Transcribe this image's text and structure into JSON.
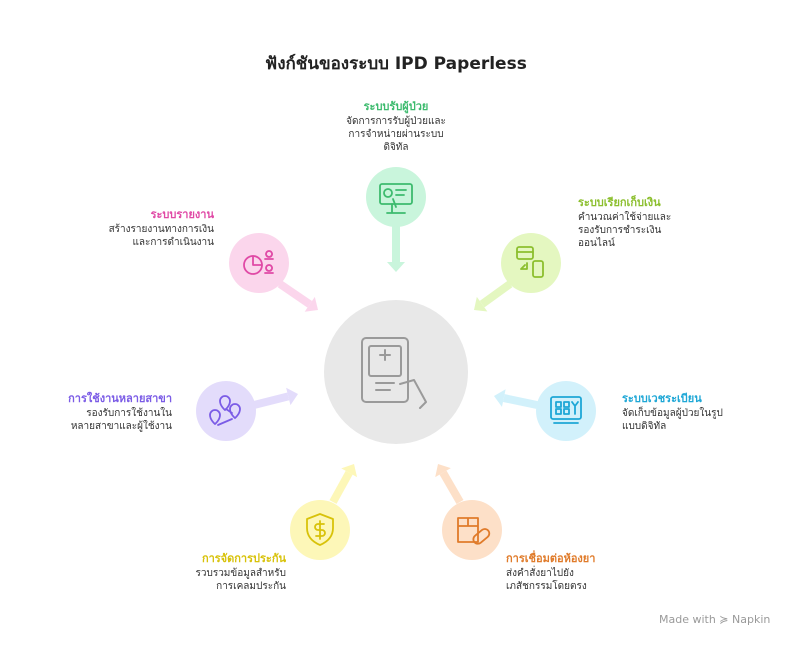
{
  "title": "ฟังก์ชันของระบบ IPD Paperless",
  "features": [
    {
      "title": "ระบบรับผู้ป่วย",
      "desc": [
        "จัดการการรับผู้ป่วยและ",
        "การจำหน่ายผ่านระบบ",
        "ดิจิทัล"
      ],
      "color": "#3dbb6e",
      "bg": "#c9f5dc",
      "icon": "admission-screen-icon"
    },
    {
      "title": "ระบบเรียกเก็บเงิน",
      "desc": [
        "คำนวณค่าใช้จ่ายและ",
        "รองรับการชำระเงิน",
        "ออนไลน์"
      ],
      "color": "#8cbf2e",
      "bg": "#e4f7c0",
      "icon": "card-payment-icon"
    },
    {
      "title": "ระบบเวชระเบียน",
      "desc": [
        "จัดเก็บข้อมูลผู้ป่วยในรูป",
        "แบบดิจิทัล"
      ],
      "color": "#1ea7d6",
      "bg": "#d2f1fb",
      "icon": "computer-records-icon"
    },
    {
      "title": "การเชื่อมต่อห้องยา",
      "desc": [
        "ส่งคำสั่งยาไปยัง",
        "เภสัชกรรมโดยตรง"
      ],
      "color": "#e07b2a",
      "bg": "#fde0c8",
      "icon": "medicine-box-icon"
    },
    {
      "title": "การจัดการประกัน",
      "desc": [
        "รวบรวมข้อมูลสำหรับ",
        "การเคลมประกัน"
      ],
      "color": "#d8c20a",
      "bg": "#fdf7b8",
      "icon": "shield-dollar-icon"
    },
    {
      "title": "การใช้งานหลายสาขา",
      "desc": [
        "รองรับการใช้งานใน",
        "หลายสาขาและผู้ใช้งาน"
      ],
      "color": "#7b5ce6",
      "bg": "#e3dcfb",
      "icon": "location-pins-icon"
    },
    {
      "title": "ระบบรายงาน",
      "desc": [
        "สร้างรายงานทางการเงิน",
        "และการดำเนินงาน"
      ],
      "color": "#e04aa6",
      "bg": "#fbd6ec",
      "icon": "report-chart-icon"
    }
  ],
  "watermark": "Made with ≽ Napkin"
}
